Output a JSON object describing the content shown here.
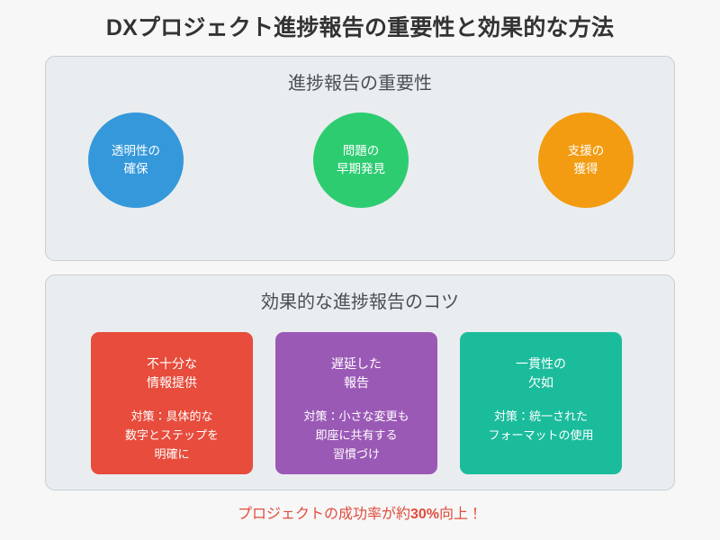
{
  "page": {
    "title": "DXプロジェクト進捗報告の重要性と効果的な方法",
    "background_color": "#f7f7f7",
    "title_color": "#333333"
  },
  "panel_importance": {
    "header": "進捗報告の重要性",
    "background_color": "#e9edf0",
    "border_color": "#c9ced2",
    "circles": [
      {
        "name": "transparency",
        "line1": "透明性の",
        "line2": "確保",
        "color": "#3498db"
      },
      {
        "name": "early-detection",
        "line1": "問題の",
        "line2": "早期発見",
        "color": "#2ecc71"
      },
      {
        "name": "support",
        "line1": "支援の",
        "line2": "獲得",
        "color": "#f39c12"
      }
    ]
  },
  "panel_tips": {
    "header": "効果的な進捗報告のコツ",
    "background_color": "#e9edf0",
    "border_color": "#c9ced2",
    "cards": [
      {
        "name": "insufficient-information",
        "title_line1": "不十分な",
        "title_line2": "情報提供",
        "body_line1": "対策：具体的な",
        "body_line2": "数字とステップを",
        "body_line3": "明確に",
        "color": "#e74c3c"
      },
      {
        "name": "delayed-report",
        "title_line1": "遅延した",
        "title_line2": "報告",
        "body_line1": "対策：小さな変更も",
        "body_line2": "即座に共有する",
        "body_line3": "習慣づけ",
        "color": "#9b59b6"
      },
      {
        "name": "lack-of-consistency",
        "title_line1": "一貫性の",
        "title_line2": "欠如",
        "body_line1": "対策：統一された",
        "body_line2": "フォーマットの使用",
        "body_line3": "",
        "color": "#1abc9c"
      }
    ]
  },
  "footer": {
    "prefix": "プロジェクトの成功率が約",
    "highlight": "30%",
    "suffix": "向上！",
    "color": "#e14b3c"
  }
}
